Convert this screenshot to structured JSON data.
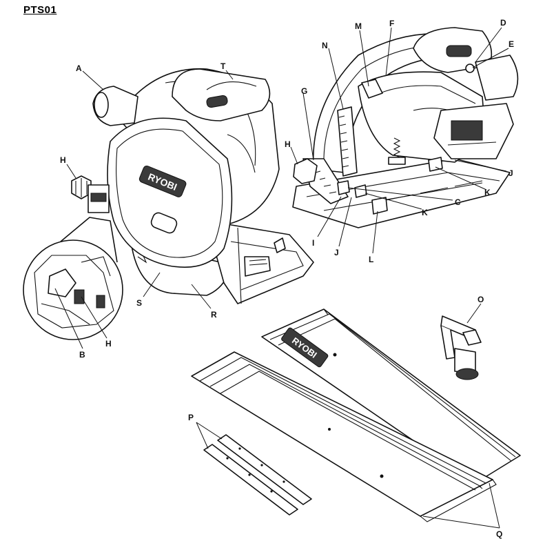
{
  "model": "PTS01",
  "callouts": {
    "A": "A",
    "T": "T",
    "H1": "H",
    "B": "B",
    "H2": "H",
    "S": "S",
    "R": "R",
    "M": "M",
    "F": "F",
    "D": "D",
    "E": "E",
    "N": "N",
    "G": "G",
    "H3": "H",
    "J1": "J",
    "K1": "K",
    "C": "C",
    "K2": "K",
    "I": "I",
    "J2": "J",
    "L": "L",
    "O": "O",
    "P": "P",
    "Q": "Q"
  },
  "brand": "RYOBI"
}
